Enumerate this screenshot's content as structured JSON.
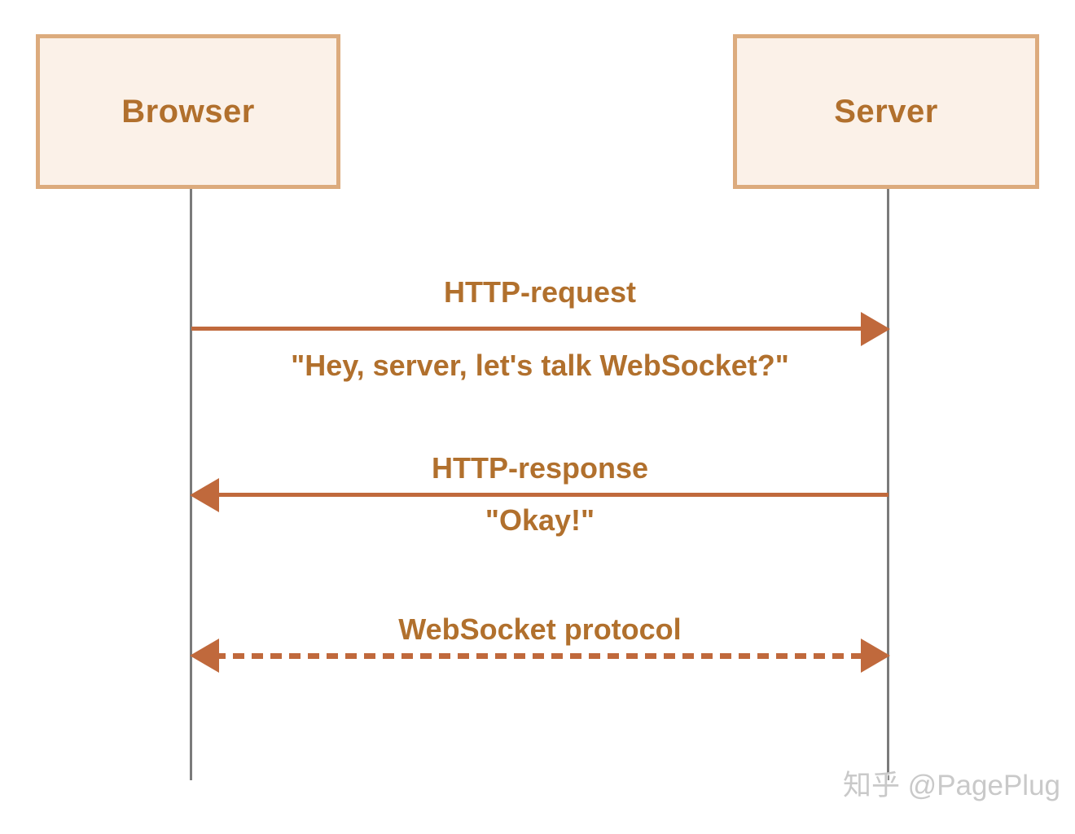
{
  "diagram": {
    "actors": [
      {
        "label": "Browser"
      },
      {
        "label": "Server"
      }
    ],
    "messages": [
      {
        "label": "HTTP-request",
        "sublabel": "\"Hey, server, let's talk WebSocket?\"",
        "direction": "right",
        "style": "solid"
      },
      {
        "label": "HTTP-response",
        "sublabel": "\"Okay!\"",
        "direction": "left",
        "style": "solid"
      },
      {
        "label": "WebSocket protocol",
        "sublabel": "",
        "direction": "both",
        "style": "dashed"
      }
    ],
    "colors": {
      "accent_text": "#b1702d",
      "arrow": "#c0693c",
      "box_fill": "#fbf1e8",
      "box_border": "#dcab7d",
      "lifeline": "#7b7b7b",
      "watermark": "#c9c9c9"
    }
  },
  "watermark": {
    "text": "知乎 @PagePlug"
  }
}
